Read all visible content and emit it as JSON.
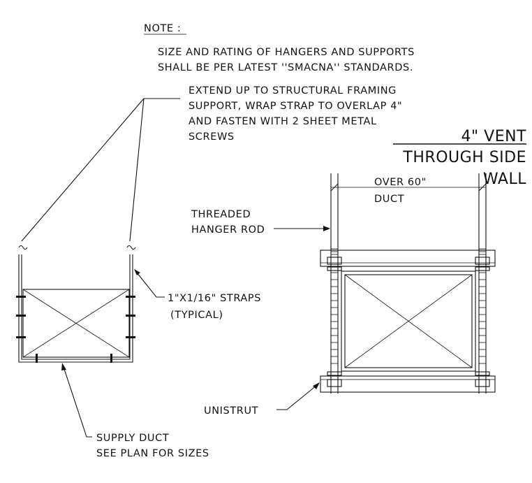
{
  "note": {
    "heading": "NOTE :",
    "line1": "SIZE AND RATING OF HANGERS AND SUPPORTS",
    "line2": "SHALL BE PER LATEST ''SMACNA'' STANDARDS."
  },
  "callouts": {
    "extend": [
      "EXTEND UP TO STRUCTURAL FRAMING",
      "SUPPORT, WRAP STRAP TO OVERLAP 4\"",
      "AND FASTEN WITH 2 SHEET METAL",
      "SCREWS"
    ],
    "straps": [
      "1\"X1/16\" STRAPS",
      "(TYPICAL)"
    ],
    "supply_duct": [
      "SUPPLY DUCT",
      "SEE PLAN FOR SIZES"
    ],
    "threaded_rod": [
      "THREADED",
      "HANGER ROD"
    ],
    "over_duct": [
      "OVER 60\"",
      "DUCT"
    ],
    "unistrut": "UNISTRUT"
  },
  "title": {
    "line1": "4\" VENT",
    "line2": "THROUGH SIDE",
    "line3": "WALL"
  },
  "colors": {
    "ink": "#111111",
    "background": "#ffffff"
  }
}
